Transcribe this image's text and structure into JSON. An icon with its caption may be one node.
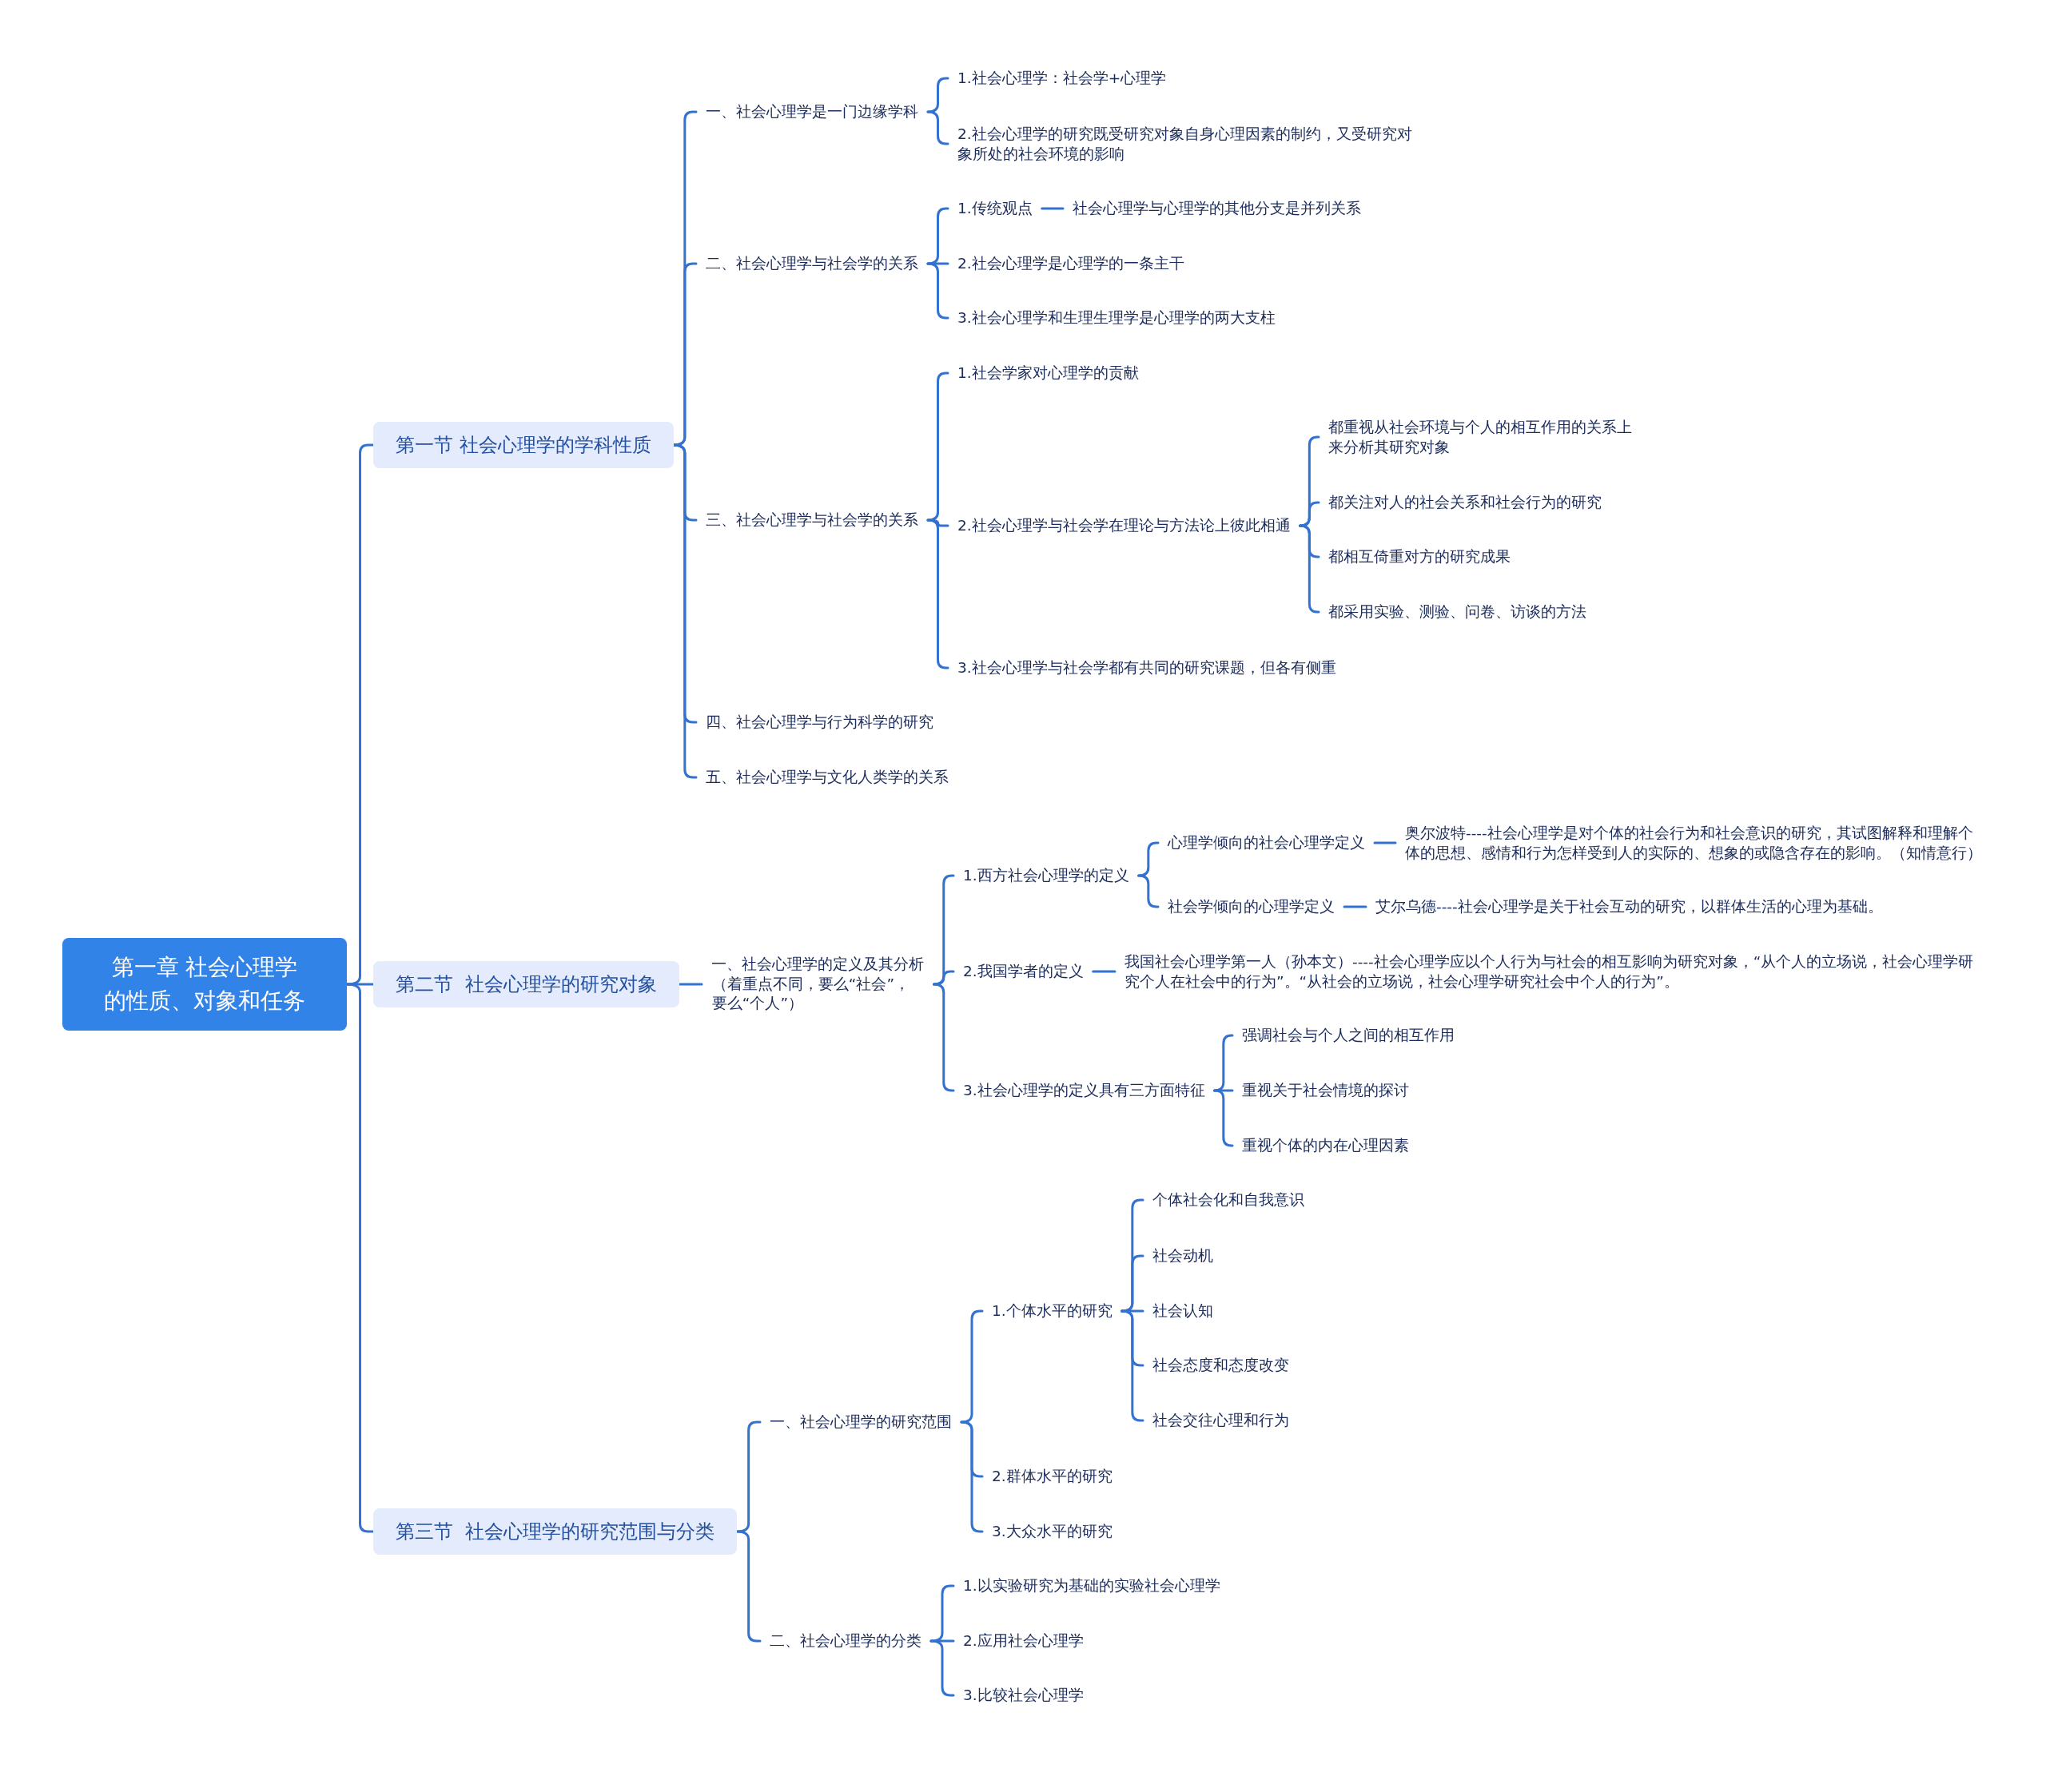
{
  "diagram": {
    "nodes": [
      {
        "text": [
          "第一章 社会心理学的性质、对象和任务"
        ]
      },
      {
        "text": [
          "第一节 社会心理学的学科性质"
        ]
      },
      {
        "text": [
          "一、社会心理学是一门边缘学科"
        ]
      },
      {
        "text": [
          "1.社会心理学：社会学+心理学"
        ]
      },
      {
        "text": [
          "2.社会心理学的研究既受研究对象自身心理因素的制约，又受研究对象所处的社会环境的影响"
        ]
      },
      {
        "text": [
          "二、社会心理学与社会学的关系"
        ]
      },
      {
        "text": [
          "1.传统观点"
        ]
      },
      {
        "text": [
          "社会心理学与心理学的其他分支是并列关系"
        ]
      },
      {
        "text": [
          "2.社会心理学是心理学的一条主干"
        ]
      },
      {
        "text": [
          "3.社会心理学和生理生理学是心理学的两大支柱"
        ]
      },
      {
        "text": [
          "三、社会心理学与社会学的关系"
        ]
      },
      {
        "text": [
          "1.社会学家对心理学的贡献"
        ]
      },
      {
        "text": [
          "2.社会心理学与社会学在理论与方法论上彼此相通"
        ]
      },
      {
        "text": [
          "都重视从社会环境与个人的相互作用的关系上来分析其研究对象"
        ]
      },
      {
        "text": [
          "都关注对人的社会关系和社会行为的研究"
        ]
      },
      {
        "text": [
          "都相互倚重对方的研究成果"
        ]
      },
      {
        "text": [
          "都采用实验、测验、问卷、访谈的方法"
        ]
      },
      {
        "text": [
          "3.社会心理学与社会学都有共同的研究课题，但各有侧重"
        ]
      },
      {
        "text": [
          "四、社会心理学与行为科学的研究"
        ]
      },
      {
        "text": [
          "五、社会心理学与文化人类学的关系"
        ]
      },
      {
        "text": [
          "第二节  社会心理学的研究对象"
        ]
      },
      {
        "text": [
          "一、社会心理学的定义及其分析（着重点不同，要么“社会”，要么“个人”）"
        ]
      },
      {
        "text": [
          "1.西方社会心理学的定义"
        ]
      },
      {
        "text": [
          "心理学倾向的社会心理学定义"
        ]
      },
      {
        "text": [
          "奥尔波特----社会心理学是对个体的社会行为和社会意识的研究，其试图解释和理解个体的思想、感情和行为怎样受到人的实际的、想象的或隐含存在的影响。（知情意行）"
        ]
      },
      {
        "text": [
          "社会学倾向的心理学定义"
        ]
      },
      {
        "text": [
          "艾尔乌德----社会心理学是关于社会互动的研究，以群体生活的心理为基础。"
        ]
      },
      {
        "text": [
          "2.我国学者的定义"
        ]
      },
      {
        "text": [
          "我国社会心理学第一人（孙本文）----社会心理学应以个人行为与社会的相互影响为研究对象，“从个人的立场说，社会心理学研究个人在社会中的行为”。“从社会的立场说，社会心理学研究社会中个人的行为”。"
        ]
      },
      {
        "text": [
          "3.社会心理学的定义具有三方面特征"
        ]
      },
      {
        "text": [
          "强调社会与个人之间的相互作用"
        ]
      },
      {
        "text": [
          "重视关于社会情境的探讨"
        ]
      },
      {
        "text": [
          "重视个体的内在心理因素"
        ]
      },
      {
        "text": [
          "第三节  社会心理学的研究范围与分类"
        ]
      },
      {
        "text": [
          "一、社会心理学的研究范围"
        ]
      },
      {
        "text": [
          "1.个体水平的研究"
        ]
      },
      {
        "text": [
          "个体社会化和自我意识"
        ]
      },
      {
        "text": [
          "社会动机"
        ]
      },
      {
        "text": [
          "社会认知"
        ]
      },
      {
        "text": [
          "社会态度和态度改变"
        ]
      },
      {
        "text": [
          "社会交往心理和行为"
        ]
      },
      {
        "text": [
          "2.群体水平的研究"
        ]
      },
      {
        "text": [
          "3.大众水平的研究"
        ]
      },
      {
        "text": [
          "二、社会心理学的分类"
        ]
      },
      {
        "text": [
          "1.以实验研究为基础的实验社会心理学"
        ]
      },
      {
        "text": [
          "2.应用社会心理学"
        ]
      },
      {
        "text": [
          "3.比较社会心理学"
        ]
      }
    ],
    "edges": [
      {
        "from": 0,
        "to": 1,
        "arrow": "none"
      },
      {
        "from": 0,
        "to": 20,
        "arrow": "none"
      },
      {
        "from": 0,
        "to": 33,
        "arrow": "none"
      },
      {
        "from": 1,
        "to": 2,
        "arrow": "none"
      },
      {
        "from": 1,
        "to": 5,
        "arrow": "none"
      },
      {
        "from": 1,
        "to": 10,
        "arrow": "none"
      },
      {
        "from": 1,
        "to": 18,
        "arrow": "none"
      },
      {
        "from": 1,
        "to": 19,
        "arrow": "none"
      },
      {
        "from": 2,
        "to": 3,
        "arrow": "none"
      },
      {
        "from": 2,
        "to": 4,
        "arrow": "none"
      },
      {
        "from": 5,
        "to": 6,
        "arrow": "none"
      },
      {
        "from": 5,
        "to": 8,
        "arrow": "none"
      },
      {
        "from": 5,
        "to": 9,
        "arrow": "none"
      },
      {
        "from": 6,
        "to": 7,
        "arrow": "none"
      },
      {
        "from": 10,
        "to": 11,
        "arrow": "none"
      },
      {
        "from": 10,
        "to": 12,
        "arrow": "none"
      },
      {
        "from": 10,
        "to": 17,
        "arrow": "none"
      },
      {
        "from": 12,
        "to": 13,
        "arrow": "none"
      },
      {
        "from": 12,
        "to": 14,
        "arrow": "none"
      },
      {
        "from": 12,
        "to": 15,
        "arrow": "none"
      },
      {
        "from": 12,
        "to": 16,
        "arrow": "none"
      },
      {
        "from": 20,
        "to": 21,
        "arrow": "none"
      },
      {
        "from": 21,
        "to": 22,
        "arrow": "none"
      },
      {
        "from": 21,
        "to": 27,
        "arrow": "none"
      },
      {
        "from": 21,
        "to": 29,
        "arrow": "none"
      },
      {
        "from": 22,
        "to": 23,
        "arrow": "none"
      },
      {
        "from": 22,
        "to": 25,
        "arrow": "none"
      },
      {
        "from": 23,
        "to": 24,
        "arrow": "none"
      },
      {
        "from": 25,
        "to": 26,
        "arrow": "none"
      },
      {
        "from": 27,
        "to": 28,
        "arrow": "none"
      },
      {
        "from": 29,
        "to": 30,
        "arrow": "none"
      },
      {
        "from": 29,
        "to": 31,
        "arrow": "none"
      },
      {
        "from": 29,
        "to": 32,
        "arrow": "none"
      },
      {
        "from": 33,
        "to": 34,
        "arrow": "none"
      },
      {
        "from": 33,
        "to": 43,
        "arrow": "none"
      },
      {
        "from": 34,
        "to": 35,
        "arrow": "none"
      },
      {
        "from": 34,
        "to": 41,
        "arrow": "none"
      },
      {
        "from": 34,
        "to": 42,
        "arrow": "none"
      },
      {
        "from": 35,
        "to": 36,
        "arrow": "none"
      },
      {
        "from": 35,
        "to": 37,
        "arrow": "none"
      },
      {
        "from": 35,
        "to": 38,
        "arrow": "none"
      },
      {
        "from": 35,
        "to": 39,
        "arrow": "none"
      },
      {
        "from": 35,
        "to": 40,
        "arrow": "none"
      },
      {
        "from": 43,
        "to": 44,
        "arrow": "none"
      },
      {
        "from": 43,
        "to": 45,
        "arrow": "none"
      },
      {
        "from": 43,
        "to": 46,
        "arrow": "none"
      }
    ]
  }
}
